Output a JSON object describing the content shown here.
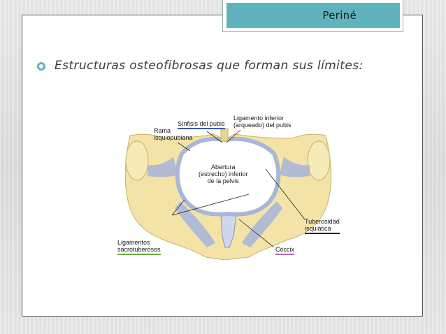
{
  "slide": {
    "title": "Periné",
    "bullet": "Estructuras osteofibrosas que forman sus límites:"
  },
  "figure": {
    "labels": {
      "sinfisis": "Sínfisis del pubis",
      "lig_inferior_1": "Ligamento inferior",
      "lig_inferior_2": "(arqueado) del pubis",
      "rama_1": "Rama",
      "rama_2": "isquiopubiana",
      "abertura_1": "Abertura",
      "abertura_2": "(estrecho) inferior",
      "abertura_3": "de la pelvis",
      "tuberosidad_1": "Tuberosidad",
      "tuberosidad_2": "isquiática",
      "ligamentos_1": "Ligamentos",
      "ligamentos_2": "sacrotuberosos",
      "coccix": "Cóccix"
    }
  },
  "colors": {
    "accent_teal": "#5fb3bd",
    "bone": "#f3e3a6",
    "ligament": "#aab6d8",
    "underline_blue": "#3a5aa8",
    "underline_green": "#6bab3a",
    "underline_purple": "#b06ab0"
  },
  "icons": {
    "bullet": "ring-bullet-icon"
  }
}
